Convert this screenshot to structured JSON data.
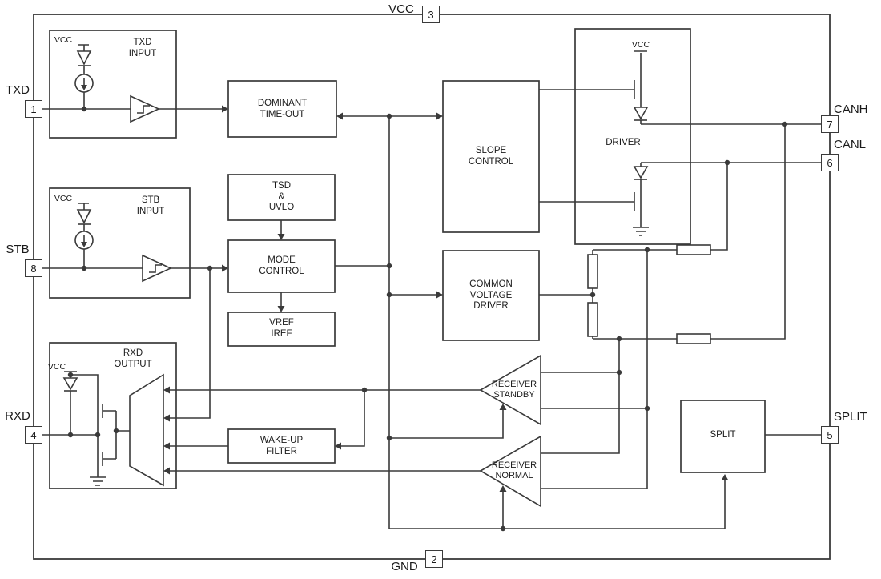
{
  "pins": {
    "txd": {
      "label": "TXD",
      "number": "1"
    },
    "gnd": {
      "label": "GND",
      "number": "2"
    },
    "vcc": {
      "label": "VCC",
      "number": "3"
    },
    "rxd": {
      "label": "RXD",
      "number": "4"
    },
    "split": {
      "label": "SPLIT",
      "number": "5"
    },
    "canl": {
      "label": "CANL",
      "number": "6"
    },
    "canh": {
      "label": "CANH",
      "number": "7"
    },
    "stb": {
      "label": "STB",
      "number": "8"
    }
  },
  "blocks": {
    "txd_input": "TXD\nINPUT",
    "stb_input": "STB\nINPUT",
    "rxd_output": "RXD\nOUTPUT",
    "dominant_timeout": "DOMINANT\nTIME-OUT",
    "tsd_uvlo": "TSD\n&\nUVLO",
    "mode_control": "MODE\nCONTROL",
    "vref_iref": "VREF\nIREF",
    "wakeup_filter": "WAKE-UP\nFILTER",
    "slope_control": "SLOPE\nCONTROL",
    "common_voltage_driver": "COMMON\nVOLTAGE\nDRIVER",
    "driver": "DRIVER",
    "split_driver": "SPLIT",
    "receiver_standby": "RECEIVER\nSTANDBY",
    "receiver_normal": "RECEIVER\nNORMAL"
  },
  "internal_labels": {
    "vcc": "VCC"
  },
  "colors": {
    "line": "#3a3a3a",
    "text": "#1a1a1a",
    "background": "#ffffff"
  }
}
